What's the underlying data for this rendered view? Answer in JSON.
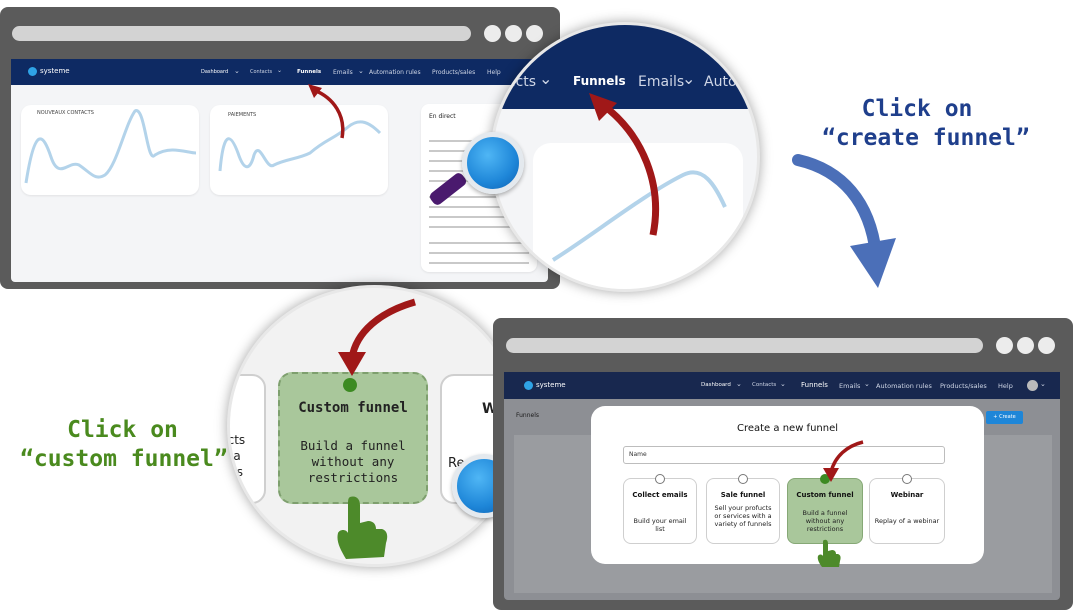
{
  "top_browser": {
    "brand": "systeme",
    "nav": [
      "Dashboard",
      "Contacts",
      "Funnels",
      "Emails",
      "Automation rules",
      "Products/sales",
      "Help"
    ],
    "cards": [
      "NOUVEAUX CONTACTS",
      "PAIEMENTS",
      "En direct"
    ]
  },
  "zoom1": {
    "nav": [
      "acts",
      "Funnels",
      "Emails",
      "Autom"
    ]
  },
  "hint1": {
    "line1": "Click on",
    "line2": "“create funnel”",
    "color": "#1f3f8c"
  },
  "hint2": {
    "line1": "Click on",
    "line2": "“custom funnel”",
    "color": "#4a8a1e"
  },
  "zoom2": {
    "left_partial": [
      "l",
      "ucts",
      "h a",
      "els"
    ],
    "title": "Custom funnel",
    "desc": "Build a funnel without any restrictions",
    "right_partial": [
      "We",
      "Re"
    ]
  },
  "bottom_browser": {
    "brand": "systeme",
    "nav": [
      "Dashboard",
      "Contacts",
      "Funnels",
      "Emails",
      "Automation rules",
      "Products/sales",
      "Help"
    ],
    "page_title": "Funnels",
    "create_button": "+ Create",
    "modal": {
      "title": "Create a new funnel",
      "name_placeholder": "Name",
      "options": [
        {
          "title": "Collect emails",
          "desc": "Build your email list"
        },
        {
          "title": "Sale funnel",
          "desc": "Sell your profucts or services with a variety of funnels"
        },
        {
          "title": "Custom funnel",
          "desc": "Build a funnel without any restrictions"
        },
        {
          "title": "Webinar",
          "desc": "Replay of a webinar"
        }
      ]
    }
  },
  "colors": {
    "nav": "#0e2a63",
    "accent": "#1e86d8",
    "selected_option": "#a9c79b",
    "arrow_red": "#a01818",
    "hand_green": "#4d8a2a"
  }
}
